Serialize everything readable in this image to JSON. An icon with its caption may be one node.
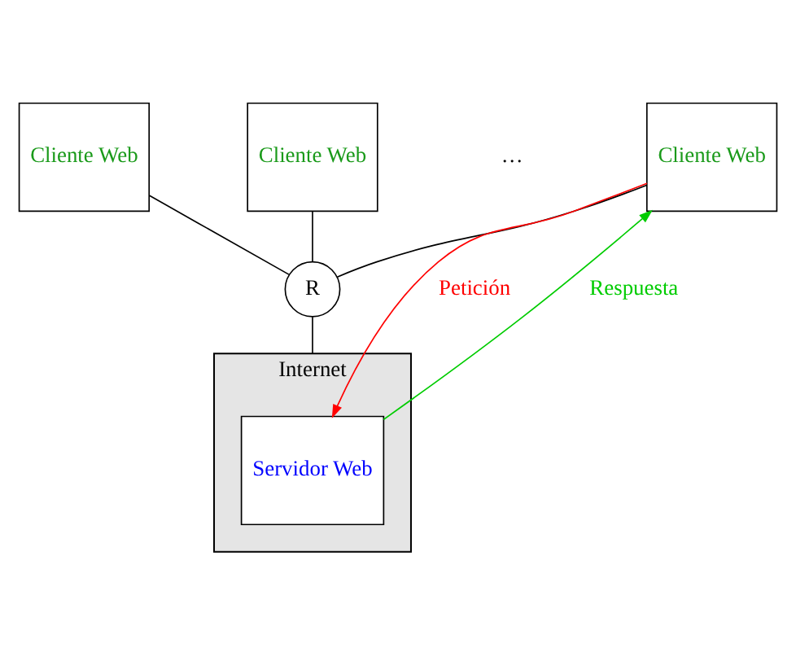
{
  "diagram": {
    "nodes": [
      {
        "text": [
          "Cliente Web"
        ]
      },
      {
        "text": [
          "Cliente Web"
        ]
      },
      {
        "text": [
          "Cliente Web"
        ]
      },
      {
        "text": [
          "R"
        ]
      },
      {
        "text": [
          "Internet"
        ]
      },
      {
        "text": [
          "Servidor Web"
        ],
        "in": 4
      }
    ],
    "edges": [
      {
        "from": 0,
        "to": 3,
        "arrow": "none"
      },
      {
        "from": 1,
        "to": 3,
        "arrow": "none"
      },
      {
        "from": 2,
        "to": 3,
        "arrow": "none"
      },
      {
        "from": 3,
        "to": 4,
        "arrow": "none"
      },
      {
        "from": 5,
        "to": 2,
        "arrow": "to",
        "label": "Respuesta",
        "color": "#00cc00"
      },
      {
        "from": 2,
        "to": 5,
        "arrow": "to",
        "label": "Petición",
        "color": "#ff0000"
      }
    ],
    "labels": [
      "…"
    ]
  }
}
